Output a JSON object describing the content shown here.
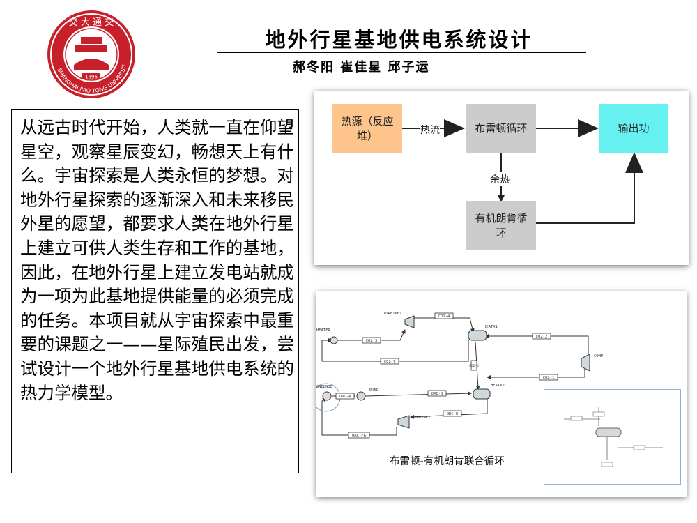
{
  "header": {
    "title": "地外行星基地供电系统设计",
    "authors": "郝冬阳 崔佳星 邱子运"
  },
  "intro": {
    "body": "从远古时代开始，人类就一直在仰望星空，观察星辰变幻，畅想天上有什么。宇宙探索是人类永恒的梦想。对地外行星探索的逐渐深入和未来移民外星的愿望，都要求人类在地外行星上建立可供人类生存和工作的基地，因此，在地外行星上建立发电站就成为一项为此基地提供能量的必须完成的任务。本项目就从宇宙探索中最重要的课题之一——星际殖民出发，尝试设计一个地外行星基地供电系统的热力学模型。"
  },
  "flow_diagram": {
    "heat_source": "热源（反应堆）",
    "heat_flow": "热流",
    "brayton": "布雷顿循环",
    "output": "输出功",
    "waste_heat": "余热",
    "orc": "有机朗肯循环",
    "colors": {
      "heat_source": "#fdc48c",
      "output": "#66f0f0",
      "process": "#cccccc"
    }
  },
  "process_diagram": {
    "caption": "布雷顿-有机朗肯联合循环",
    "blocks": {
      "heater": "HEATER",
      "turbine1": "TURBINE1",
      "heatx1": "HEATX1",
      "comp": "COMP",
      "heatx2": "HEATX2",
      "condense": "ONDENSE",
      "pump": "PUMP",
      "turbine2": "TURBINE2"
    },
    "streams": {
      "co2_4": "CO2-4",
      "co2_3": "CO2-3",
      "co2_2": "CO2-2",
      "co2_7": "CO2-7",
      "co2_6": "CO2-6",
      "co2_1": "CO2-1",
      "orc_a": "ORC-A",
      "orc_b": "ORC-B",
      "orc_e": "ORC-E",
      "orc_fa": "ORC-FA"
    }
  }
}
